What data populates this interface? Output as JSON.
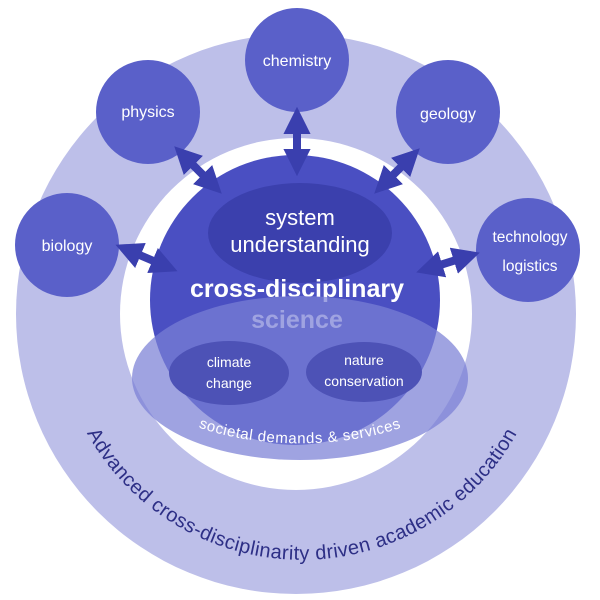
{
  "disciplines": {
    "chemistry": "chemistry",
    "physics": "physics",
    "geology": "geology",
    "biology": "biology",
    "technology": "technology",
    "logistics": "logistics"
  },
  "center": {
    "system_line1": "system",
    "system_line2": "understanding",
    "main_line1": "cross-disciplinary",
    "main_line2": "science"
  },
  "topics": {
    "climate_line1": "climate",
    "climate_line2": "change",
    "nature_line1": "nature",
    "nature_line2": "conservation"
  },
  "societal": "societal demands & services",
  "outer_ring": "Advanced cross-disciplinarity driven academic education",
  "colors": {
    "outer_ring": "#bdbfe9",
    "discipline_circle": "#5a60c9",
    "center_circle": "#4a4fc2",
    "system_ellipse": "#3b40ad",
    "societal_ellipse": "#7a7fd6",
    "topic_ellipse": "#4d52b6",
    "arrow": "#3a3fae",
    "ring_text": "#2d2f86"
  }
}
